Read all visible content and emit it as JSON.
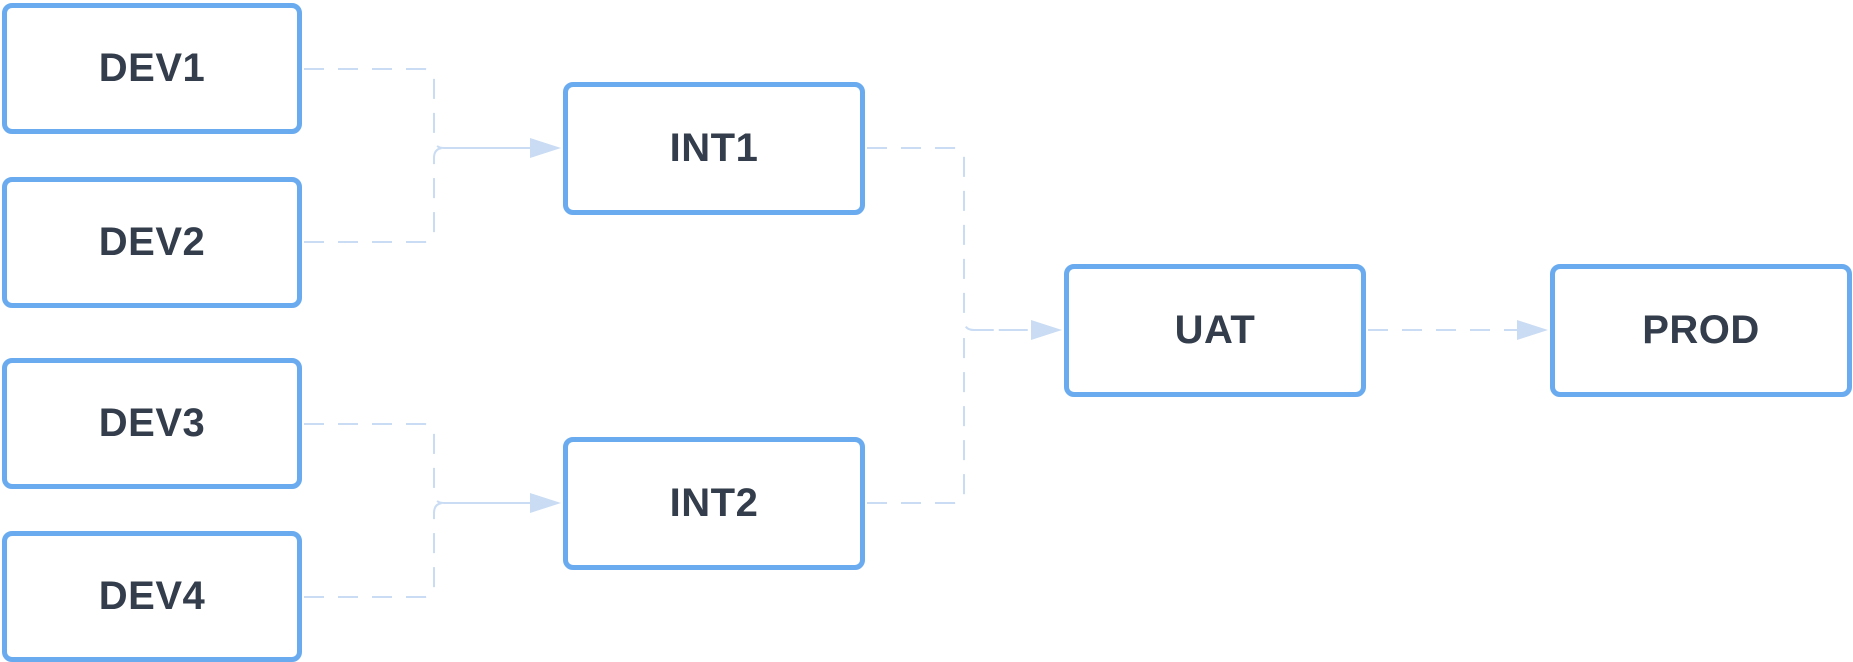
{
  "diagram": {
    "nodes": {
      "dev1": "DEV1",
      "dev2": "DEV2",
      "dev3": "DEV3",
      "dev4": "DEV4",
      "int1": "INT1",
      "int2": "INT2",
      "uat": "UAT",
      "prod": "PROD"
    },
    "edges": [
      {
        "from": "DEV1",
        "to": "INT1"
      },
      {
        "from": "DEV2",
        "to": "INT1"
      },
      {
        "from": "DEV3",
        "to": "INT2"
      },
      {
        "from": "DEV4",
        "to": "INT2"
      },
      {
        "from": "INT1",
        "to": "UAT"
      },
      {
        "from": "INT2",
        "to": "UAT"
      },
      {
        "from": "UAT",
        "to": "PROD"
      }
    ],
    "colors": {
      "node_border": "#6aabf0",
      "node_text": "#333d4b",
      "connector": "#c9dcf3",
      "background": "#ffffff"
    }
  }
}
